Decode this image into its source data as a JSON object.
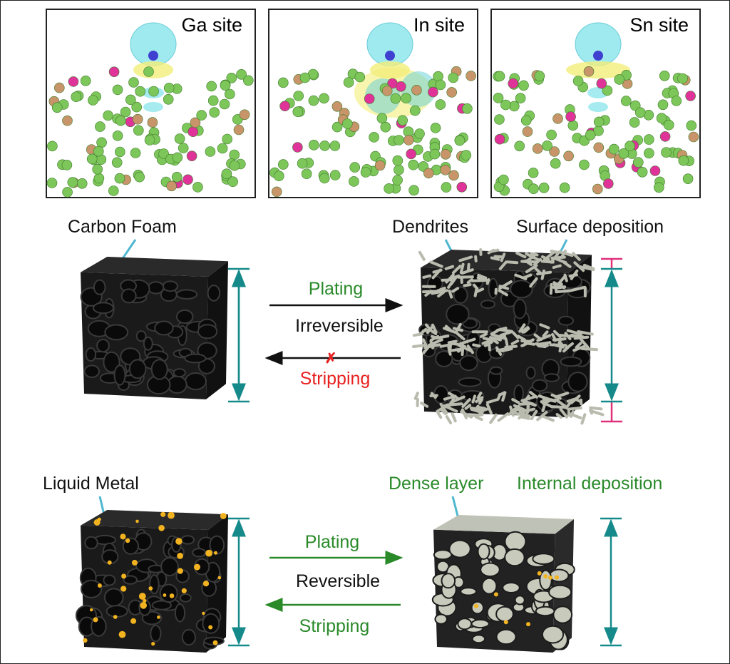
{
  "panels": [
    {
      "label": "Ga site"
    },
    {
      "label": "In site"
    },
    {
      "label": "Sn site"
    }
  ],
  "top_row": {
    "left_label": "Carbon Foam",
    "forward": "Plating",
    "middle": "Irreversible",
    "backward": "Stripping",
    "right_labels": [
      "Dendrites",
      "Surface deposition"
    ]
  },
  "bottom_row": {
    "left_label": "Liquid Metal",
    "forward": "Plating",
    "middle": "Reversible",
    "backward": "Stripping",
    "right_labels": [
      "Dense layer",
      "Internal deposition"
    ]
  },
  "colors": {
    "teal": "#168a8a",
    "green": "#2a8a2a",
    "red": "#e82020",
    "pink": "#e0307a",
    "pointer": "#4fb8d0"
  }
}
